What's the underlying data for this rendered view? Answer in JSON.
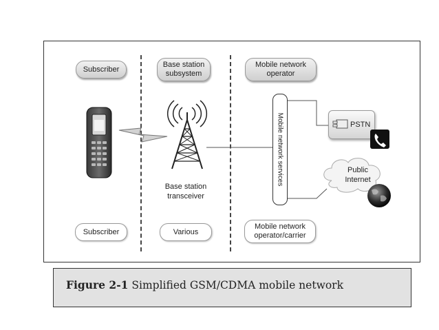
{
  "columns": {
    "top": {
      "subscriber": "Subscriber",
      "base_station_subsystem": [
        "Base station",
        "subsystem"
      ],
      "mobile_network_operator": [
        "Mobile network",
        "operator"
      ]
    },
    "bottom": {
      "subscriber": "Subscriber",
      "various": "Various",
      "operator_carrier": [
        "Mobile network",
        "operator/carrier"
      ]
    }
  },
  "tower_label": [
    "Base station",
    "transceiver"
  ],
  "services_label": "Mobile network services",
  "pstn_label": "PSTN",
  "internet_label": [
    "Public",
    "Internet"
  ],
  "icons": [
    "mobile-phone-icon",
    "lightning-icon",
    "radio-tower-icon",
    "telephone-icon",
    "globe-icon",
    "cloud-icon",
    "module-icon"
  ],
  "caption": {
    "number": "Figure 2-1",
    "text": "Simplified GSM/CDMA mobile network"
  }
}
